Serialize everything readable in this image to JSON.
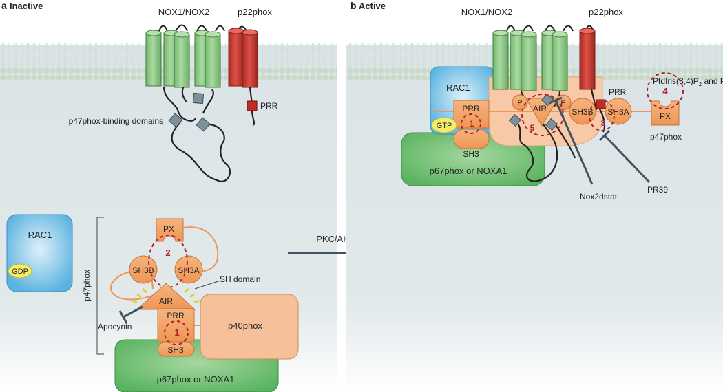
{
  "panel_a": {
    "letter": "a",
    "title": "Inactive",
    "nox_label": "NOX1/NOX2",
    "p22_label": "p22phox",
    "prr_label": "PRR",
    "binding_label": "p47phox-binding domains",
    "rac1_label": "RAC1",
    "gdp_label": "GDP",
    "p47_label": "p47phox",
    "px_label": "PX",
    "sh3b_label": "SH3B",
    "sh3a_label": "SH3A",
    "num2": "2",
    "sh_domain_label": "SH domain",
    "air_label": "AIR",
    "apocynin_label": "Apocynin",
    "prr2_label": "PRR",
    "num1": "1",
    "sh3_label": "SH3",
    "p40_label": "p40phox",
    "p67_label": "p67phox or NOXA1"
  },
  "arrow_label": "PKC/AKT",
  "panel_b": {
    "letter": "b",
    "title": "Active",
    "nox_label": "NOX1/NOX2",
    "p22_label": "p22phox",
    "pip_label": "PtdIns(3,4)P",
    "pip_sub": "2",
    "pip_rest": " and PA",
    "rac1_label": "RAC1",
    "prr_label": "PRR",
    "num1": "1",
    "gtp_label": "GTP",
    "sh3_label": "SH3",
    "p_label": "P",
    "air_label": "AIR",
    "num5": "5",
    "sh3b_label": "SH3B",
    "sh3a_label": "SH3A",
    "num3": "3",
    "prr_right_label": "PRR",
    "num4": "4",
    "px_label": "PX",
    "p47_label": "p47phox",
    "p67_label": "p67phox or NOXA1",
    "nox2dstat_label": "Nox2dstat",
    "pr39_label": "PR39"
  },
  "colors": {
    "background_bg": "#dde6e9",
    "membrane_head": "#c6d8c9",
    "nox_green": "#8ccb84",
    "p22_red": "#c93b32",
    "rac1_blue": "#5cb6e2",
    "p47_orange": "#f2a46a",
    "p40_peach": "#f7c09b",
    "p67_green": "#55b35c",
    "red_dash": "#b5202a",
    "inhibitor": "#3f5460"
  }
}
